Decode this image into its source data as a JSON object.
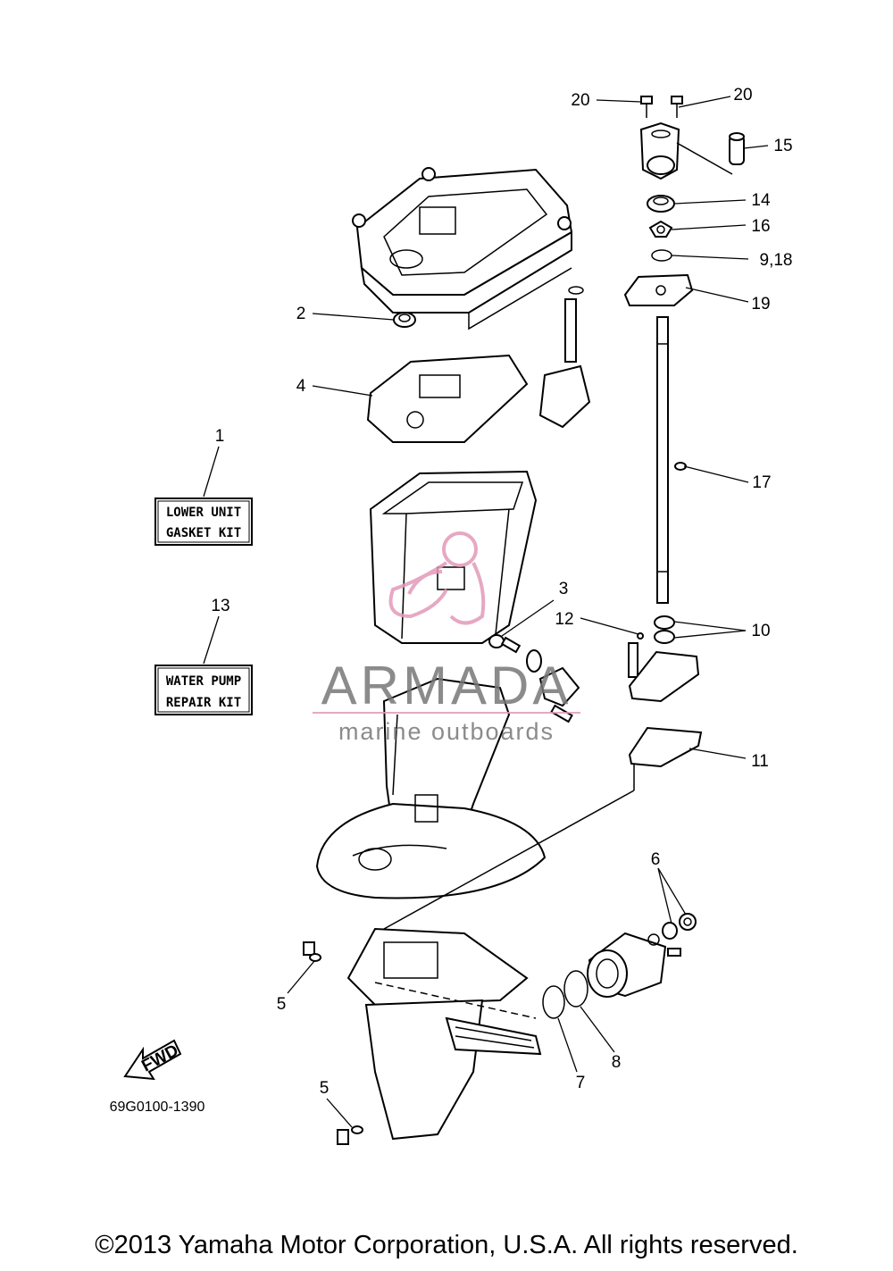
{
  "diagram": {
    "kits": [
      {
        "id": "1",
        "lines": [
          "LOWER UNIT",
          "GASKET KIT"
        ]
      },
      {
        "id": "13",
        "lines": [
          "WATER PUMP",
          "REPAIR KIT"
        ]
      }
    ],
    "callouts": [
      "20",
      "20",
      "15",
      "14",
      "16",
      "9,18",
      "19",
      "2",
      "4",
      "17",
      "3",
      "12",
      "10",
      "11",
      "6",
      "5",
      "8",
      "7",
      "5"
    ],
    "part_code": "69G0100-1390",
    "fwd_label": "FWD"
  },
  "watermark": {
    "brand": "ARMADA",
    "tagline": "marine outboards",
    "colors": {
      "text": "#777777",
      "accent": "#e29ab8"
    }
  },
  "footer": {
    "copyright": "©2013 Yamaha Motor Corporation, U.S.A. All rights reserved."
  }
}
